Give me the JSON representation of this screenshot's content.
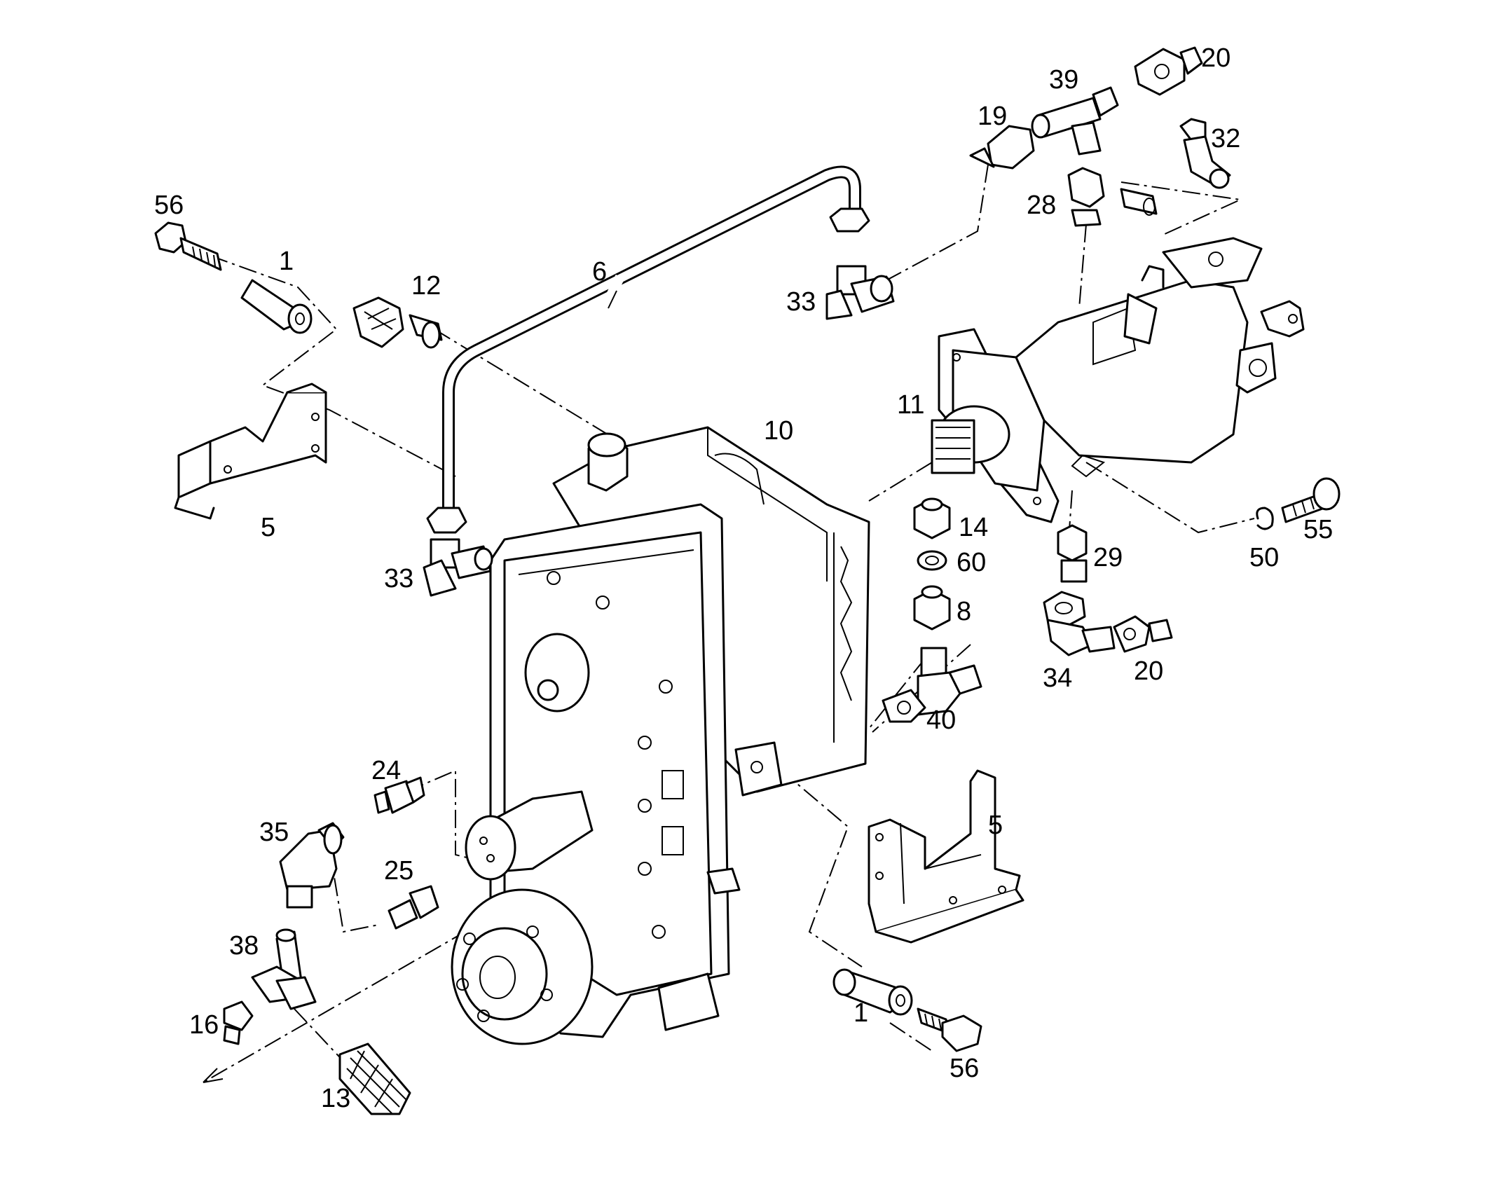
{
  "labels": {
    "p56a": "56",
    "p1a": "1",
    "p12": "12",
    "p6": "6",
    "p33a": "33",
    "p19": "19",
    "p39": "39",
    "p20a": "20",
    "p32": "32",
    "p28": "28",
    "p5a": "5",
    "p10": "10",
    "p11": "11",
    "p33b": "33",
    "p14": "14",
    "p60": "60",
    "p8": "8",
    "p29": "29",
    "p50": "50",
    "p55": "55",
    "p34": "34",
    "p20b": "20",
    "p40": "40",
    "p24": "24",
    "p35": "35",
    "p25": "25",
    "p5b": "5",
    "p38": "38",
    "p16": "16",
    "p13": "13",
    "p1b": "1",
    "p56b": "56"
  }
}
